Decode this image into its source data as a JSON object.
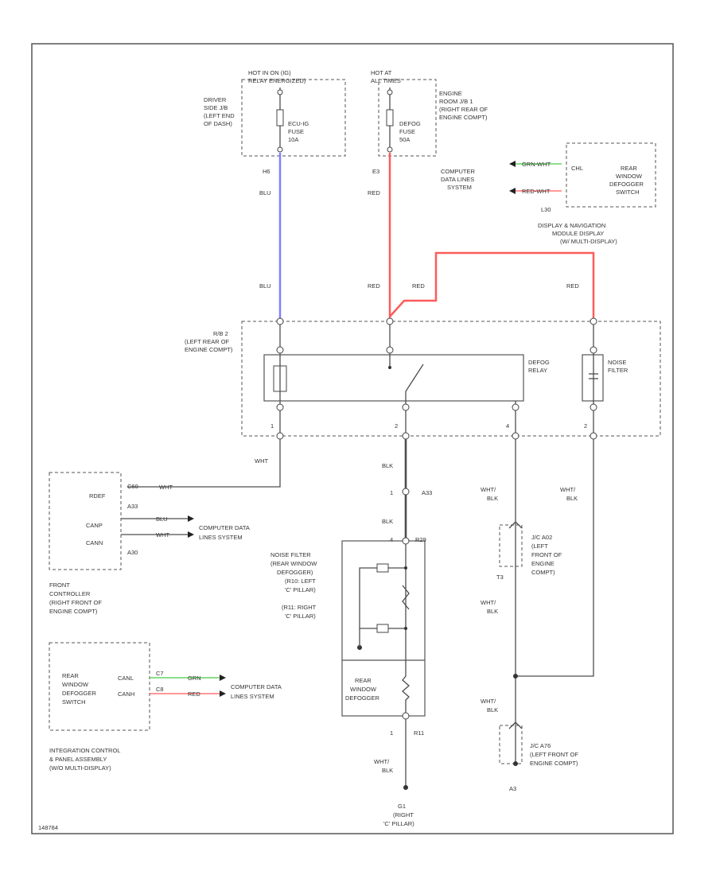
{
  "colors": {
    "blu": "#8080ff",
    "red": "#ff5b5b",
    "grn": "#44cc44",
    "frame": "#555555",
    "wire": "#4d4d4d"
  },
  "power": {
    "hot_icon": "HOT IN ON (IG)",
    "hot_icon_sub": "RELAY ENERGIZED)",
    "hot_accessory": "HOT AT",
    "hot_accessory_sub": "ALL TIMES",
    "driver_jb": [
      "DRIVER",
      "SIDE J/B",
      "(LEFT END",
      "OF DASH)"
    ],
    "ecu_fuse": [
      "ECU-IG",
      "FUSE",
      "10A"
    ],
    "engine_jb": [
      "ENGINE",
      "ROOM J/B 1",
      "(RIGHT REAR OF",
      "ENGINE COMPT)"
    ],
    "defog_fuse": [
      "DEFOG",
      "FUSE",
      "50A"
    ]
  },
  "wires": {
    "h6": "H6",
    "e3": "E3",
    "blu_upper": "BLU",
    "blu_lower": "BLU",
    "red_upper": "RED",
    "red_lower": "RED",
    "red_mid": "RED",
    "red_right": "RED",
    "wht": "WHT",
    "blk_a": "BLK",
    "blk_b": "BLK",
    "whtblk_a": [
      "WHT/",
      "BLK"
    ],
    "whtblk_b": [
      "WHT/",
      "BLK"
    ],
    "whtblk_c": [
      "WHT/",
      "BLK"
    ],
    "whtblk_d": [
      "WHT/",
      "BLK"
    ],
    "whtblk_e": [
      "WHT/",
      "BLK"
    ]
  },
  "computer_data_top": [
    "COMPUTER",
    "DATA LINES",
    "SYSTEM"
  ],
  "defogger_switch_top": {
    "chl": "CHL",
    "pins": [
      "GRN-WHT",
      "RED-WHT"
    ],
    "lines": [
      "REAR",
      "WINDOW",
      "DEFOGGER",
      "SWITCH"
    ],
    "code": "L30"
  },
  "display_module": [
    "DISPLAY & NAVIGATION",
    "MODULE DISPLAY",
    "(W/ MULTI-DISPLAY)"
  ],
  "rb2": [
    "R/B 2",
    "(LEFT REAR OF",
    "ENGINE COMPT)"
  ],
  "defog_relay": [
    "DEFOG",
    "RELAY"
  ],
  "noise_filter_rb": [
    "NOISE",
    "FILTER"
  ],
  "relay_pins": [
    "1",
    "2",
    "4",
    "2"
  ],
  "front_controller": {
    "pins": [
      "RDEF",
      "CANP",
      "CANN"
    ],
    "connectors": [
      "C60",
      "A33",
      "A30"
    ],
    "wires": [
      "WHT",
      "BLU",
      "WHT"
    ],
    "computer_data": [
      "COMPUTER DATA",
      "LINES SYSTEM"
    ],
    "name": [
      "FRONT",
      "CONTROLLER",
      "(RIGHT FRONT OF",
      "ENGINE COMPT)"
    ]
  },
  "connector_a33": "A33",
  "pin_1": "1",
  "pin_4": "4",
  "connector_r29": "R29",
  "noise_filter_rear": [
    "NOISE FILTER",
    "(REAR WINDOW",
    "DEFOGGER)",
    "(R10: LEFT",
    "'C' PILLAR)",
    "(R11: RIGHT",
    "'C' PILLAR)"
  ],
  "rear_window_defogger": [
    "REAR",
    "WINDOW",
    "DEFOGGER"
  ],
  "connector_r11": "R11",
  "pin_r1": "1",
  "ground_g1": [
    "G1",
    "(RIGHT",
    "'C' PILLAR)"
  ],
  "junction_a02": [
    "J/C A02",
    "(LEFT",
    "FRONT OF",
    "ENGINE",
    "COMPT)"
  ],
  "junction_a02_pin": "T3",
  "junction_a76": [
    "J/C A76",
    "(LEFT FRONT OF",
    "ENGINE COMPT)"
  ],
  "junction_a76_pin": "A3",
  "defogger_switch": {
    "lines": [
      "REAR",
      "WINDOW",
      "DEFOGGER",
      "SWITCH"
    ],
    "pins": [
      "CANL",
      "CANH"
    ],
    "wires": [
      "GRN",
      "RED"
    ],
    "connectors": [
      "C7",
      "C8"
    ],
    "computer_data": [
      "COMPUTER DATA",
      "LINES SYSTEM"
    ]
  },
  "integration_control": [
    "INTEGRATION CONTROL",
    "& PANEL ASSEMBLY",
    "(W/O MULTI-DISPLAY)"
  ],
  "footer_code": "148784"
}
